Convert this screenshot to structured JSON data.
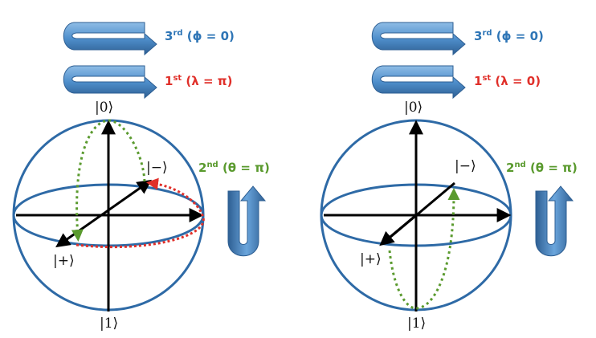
{
  "colors": {
    "sphere": "#2e6aa6",
    "arrow_band": "#5b9bd5",
    "arrow_band_dark": "#2e5f93",
    "third_label": "#2e75b6",
    "first_label": "#e0302a",
    "second_label": "#5a9a2e",
    "green_path": "#5a9a2e",
    "red_path": "#e0302a",
    "axis": "#000000"
  },
  "panels": [
    {
      "third": {
        "ord": "3",
        "sup": "rd",
        "expr": "(ϕ = 0)"
      },
      "first": {
        "ord": "1",
        "sup": "st",
        "expr": "(λ = π)"
      },
      "second": {
        "ord": "2",
        "sup": "nd",
        "expr": "(θ = π)"
      },
      "ket_top": "|0⟩",
      "ket_bottom": "|1⟩",
      "ket_minus": "|−⟩",
      "ket_plus": "|+⟩"
    },
    {
      "third": {
        "ord": "3",
        "sup": "rd",
        "expr": "(ϕ = 0)"
      },
      "first": {
        "ord": "1",
        "sup": "st",
        "expr": "(λ = 0)"
      },
      "second": {
        "ord": "2",
        "sup": "nd",
        "expr": "(θ = π)"
      },
      "ket_top": "|0⟩",
      "ket_bottom": "|1⟩",
      "ket_minus": "|−⟩",
      "ket_plus": "|+⟩"
    }
  ]
}
